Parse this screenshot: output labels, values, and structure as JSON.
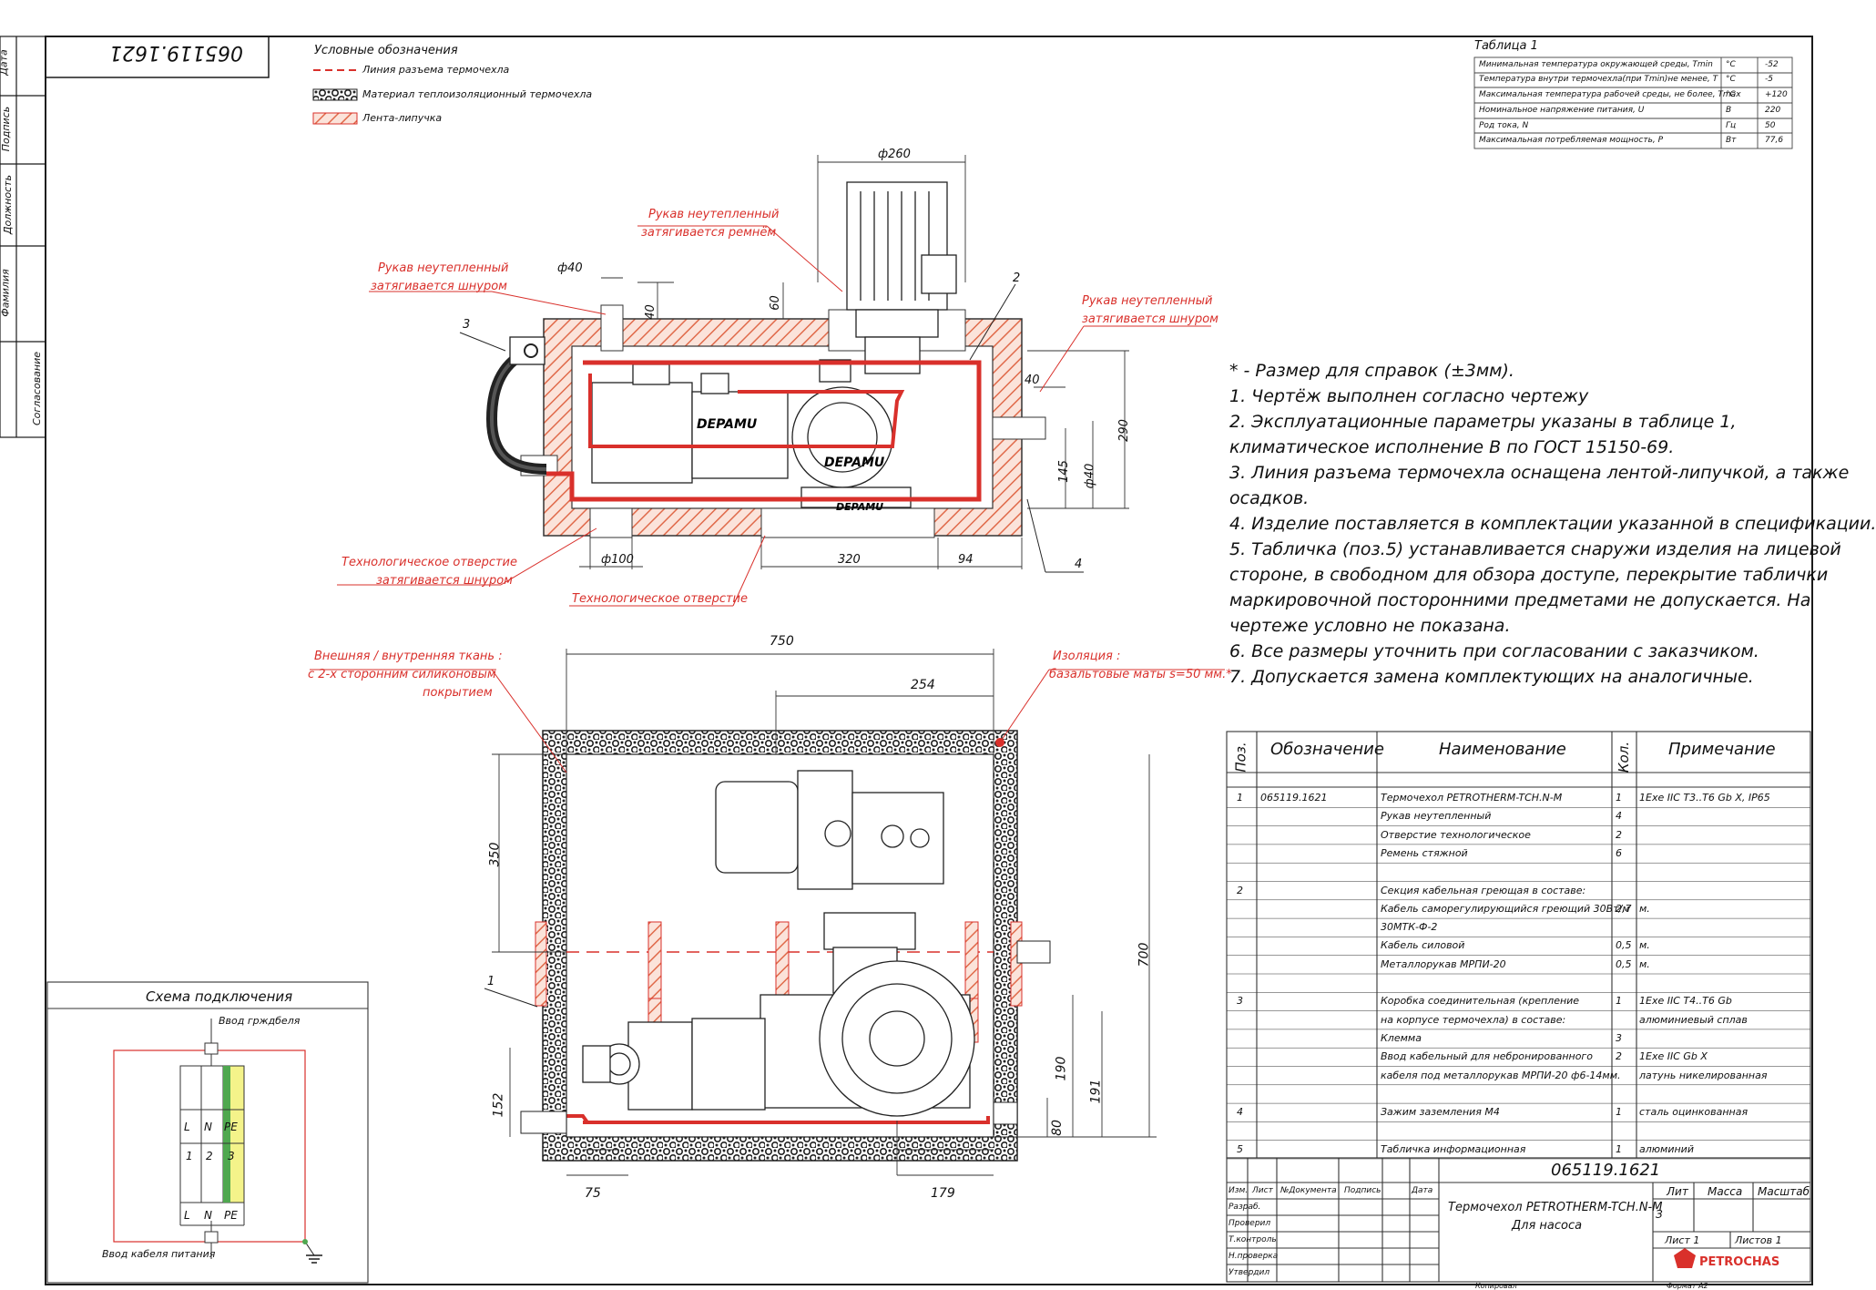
{
  "drawing_number": "065119.1621",
  "legend": {
    "title": "Условные обозначения",
    "items": [
      "Линия разъема термочехла",
      "Материал теплоизоляционный термочехла",
      "Лента-липучка"
    ]
  },
  "left_stamp": [
    "Дата",
    "Подпись",
    "Должность",
    "Фамилия",
    "Согласование"
  ],
  "table1": {
    "title": "Таблица 1",
    "rows": [
      {
        "param": "Минимальная температура окружающей среды, Tmin",
        "unit": "°C",
        "value": "-52"
      },
      {
        "param": "Температура внутри термочехла(при Tmin)не менее, T",
        "unit": "°C",
        "value": "-5"
      },
      {
        "param": "Максимальная температура рабочей среды, не более, Tmax",
        "unit": "°C",
        "value": "+120"
      },
      {
        "param": "Номинальное напряжение питания, U",
        "unit": "В",
        "value": "220"
      },
      {
        "param": "Род тока, N",
        "unit": "Гц",
        "value": "50"
      },
      {
        "param": "Максимальная потребляемая мощность, P",
        "unit": "Вт",
        "value": "77,6"
      }
    ]
  },
  "callouts": {
    "hose_strap": [
      "Рукав неутепленный",
      "затягивается ремнём"
    ],
    "hose_cord_left": [
      "Рукав неутепленный",
      "затягивается шнуром"
    ],
    "hose_cord_right": [
      "Рукав неутепленный",
      "затягивается шнуром"
    ],
    "tech_hole_cord": [
      "Технологическое отверстие",
      "затягивается шнуром"
    ],
    "tech_hole": "Технологическое отверстие",
    "fabric": [
      "Внешняя / внутренняя ткань :",
      "с 2-х сторонним силиконовым",
      "покрытием"
    ],
    "insulation": [
      "Изоляция :",
      "базальтовые маты s=50 мм.*"
    ]
  },
  "dims_top": {
    "d260": "ф260",
    "d40": "ф40",
    "v40": "40",
    "v60": "60",
    "h40": "40",
    "v290": "290",
    "v145": "145",
    "d40b": "ф40",
    "d100": "ф100",
    "h320": "320",
    "h94": "94"
  },
  "dims_bottom": {
    "w750": "750",
    "w254": "254",
    "v350": "350",
    "v700": "700",
    "v190": "190",
    "v191": "191",
    "v152": "152",
    "v80": "80",
    "w75": "75",
    "w179": "179"
  },
  "pos_labels": [
    "1",
    "2",
    "3",
    "4"
  ],
  "motor_brand": "DEPAMU",
  "notes": [
    "* - Размер для справок (±3мм).",
    "1. Чертёж выполнен согласно чертежу",
    "2. Эксплуатационные параметры указаны в таблице 1,",
    "климатическое исполнение В по ГОСТ 15150-69.",
    "3. Линия разъема термочехла оснащена лентой-липучкой, а также",
    "осадков.",
    "4. Изделие поставляется в комплектации указанной в спецификации.",
    "5. Табличка (поз.5) устанавливается снаружи изделия на лицевой",
    "стороне, в свободном для обзора доступе, перекрытие таблички",
    "маркировочной посторонними предметами не допускается. На",
    "чертеже условно не показана.",
    "6. Все размеры уточнить при согласовании с заказчиком.",
    "7. Допускается замена комплектующих на аналогичные."
  ],
  "spec": {
    "headers": [
      "Поз.",
      "Обозначение",
      "Наименование",
      "Кол.",
      "Примечание"
    ],
    "rows": [
      {
        "pos": "1",
        "des": "065119.1621",
        "name": "Термочехол PETROTHERM-TCH.N-M",
        "qty": "1",
        "note": "1Exe IIC T3..T6 Gb X, IP65"
      },
      {
        "pos": "",
        "des": "",
        "name": "Рукав неутепленный",
        "qty": "4",
        "note": ""
      },
      {
        "pos": "",
        "des": "",
        "name": "Отверстие технологическое",
        "qty": "2",
        "note": ""
      },
      {
        "pos": "",
        "des": "",
        "name": "Ремень стяжной",
        "qty": "6",
        "note": ""
      },
      {
        "pos": "",
        "des": "",
        "name": "",
        "qty": "",
        "note": ""
      },
      {
        "pos": "2",
        "des": "",
        "name": "Секция кабельная греющая в составе:",
        "qty": "",
        "note": ""
      },
      {
        "pos": "",
        "des": "",
        "name": "Кабель саморегулирующийся греющий 30Вт/м",
        "qty": "2,7",
        "note": "м."
      },
      {
        "pos": "",
        "des": "",
        "name": "30МТК-Ф-2",
        "qty": "",
        "note": ""
      },
      {
        "pos": "",
        "des": "",
        "name": "Кабель силовой",
        "qty": "0,5",
        "note": "м."
      },
      {
        "pos": "",
        "des": "",
        "name": "Металлорукав МРПИ-20",
        "qty": "0,5",
        "note": "м."
      },
      {
        "pos": "",
        "des": "",
        "name": "",
        "qty": "",
        "note": ""
      },
      {
        "pos": "3",
        "des": "",
        "name": "Коробка соединительная (крепление",
        "qty": "1",
        "note": "1Exe IIC T4..T6 Gb"
      },
      {
        "pos": "",
        "des": "",
        "name": "на корпусе термочехла) в составе:",
        "qty": "",
        "note": "алюминиевый сплав"
      },
      {
        "pos": "",
        "des": "",
        "name": "Клемма",
        "qty": "3",
        "note": ""
      },
      {
        "pos": "",
        "des": "",
        "name": "Ввод кабельный для небронированного",
        "qty": "2",
        "note": "1Exe IIC Gb X"
      },
      {
        "pos": "",
        "des": "",
        "name": "кабеля под металлорукав МРПИ-20 ф6-14мм.",
        "qty": "",
        "note": "латунь никелированная"
      },
      {
        "pos": "",
        "des": "",
        "name": "",
        "qty": "",
        "note": ""
      },
      {
        "pos": "4",
        "des": "",
        "name": "Зажим заземления М4",
        "qty": "1",
        "note": "сталь оцинкованная"
      },
      {
        "pos": "",
        "des": "",
        "name": "",
        "qty": "",
        "note": ""
      },
      {
        "pos": "5",
        "des": "",
        "name": "Табличка информационная",
        "qty": "1",
        "note": "алюминий"
      }
    ]
  },
  "title_block": {
    "number": "065119.1621",
    "cols": [
      "Изм.",
      "Лист",
      "№Документа",
      "Подпись",
      "Дата"
    ],
    "roles": [
      "Разраб.",
      "Проверил",
      "Т.контроль",
      "Н.проверка",
      "Утвердил"
    ],
    "name": [
      "Термочехол PETROTHERM-TCH.N-M",
      "Для насоса"
    ],
    "lit": "Лит",
    "mass": "Масса",
    "scale": "Масштаб",
    "lit_val": "З",
    "sheet": "Лист 1",
    "sheets": "Листов 1",
    "company": "PETROCHAS",
    "copied": "Копировал",
    "format": "Формат А2"
  },
  "scheme": {
    "title": "Схема подключения",
    "in_top": "Ввод грждбеля",
    "in_bottom": "Ввод кабеля питания",
    "terms_top": [
      "L",
      "N",
      "PE"
    ],
    "nums": [
      "1",
      "2",
      "3"
    ],
    "terms_bottom": [
      "L",
      "N",
      "PE"
    ]
  },
  "colors": {
    "red": "#d9302b",
    "hatch": "#e06a4a",
    "line": "#1a1a1a"
  }
}
